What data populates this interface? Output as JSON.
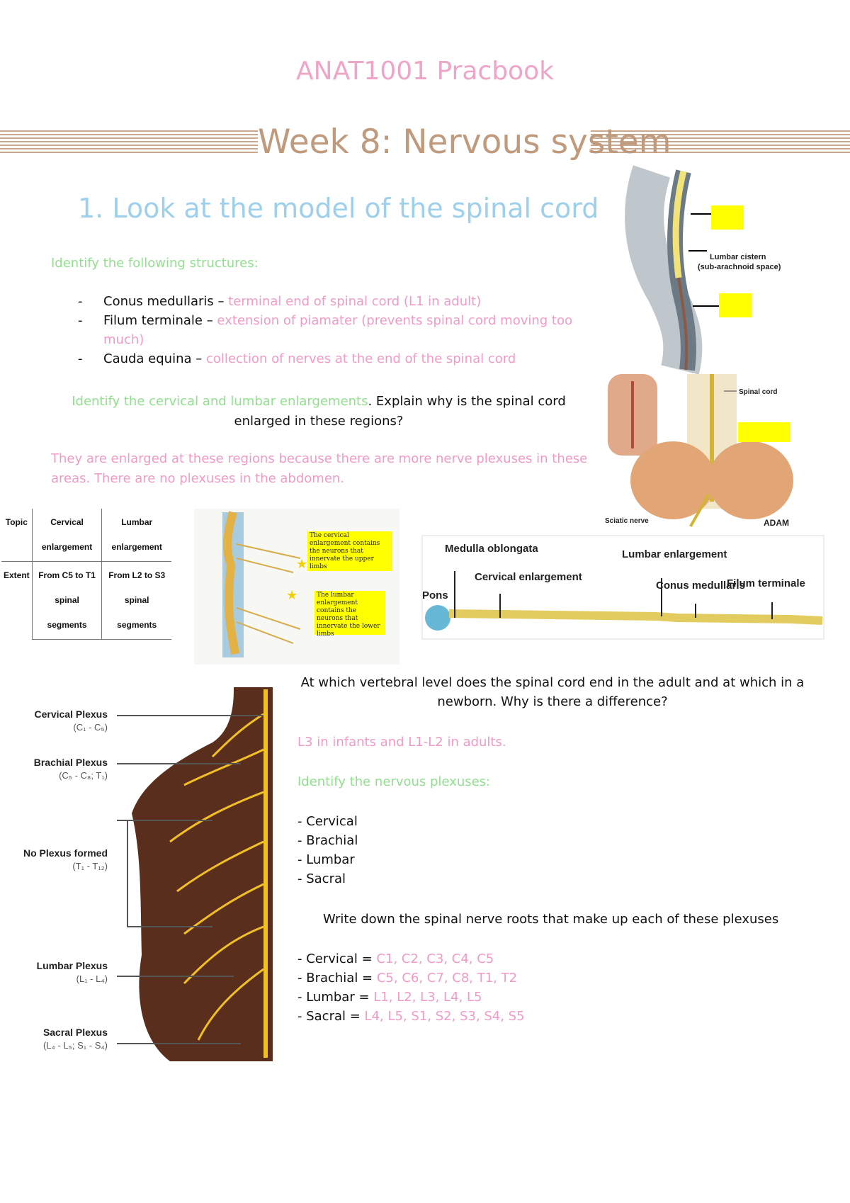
{
  "doc_title": "ANAT1001 Pracbook",
  "week_title": "Week 8: Nervous system",
  "section_heading": "1. Look at the model of the spinal cord",
  "identify_prompt": "Identify the following structures:",
  "structures": [
    {
      "term": "Conus medullaris – ",
      "answer": "terminal end of spinal cord (L1 in adult)"
    },
    {
      "term": "Filum terminale – ",
      "answer": "extension of piamater (prevents spinal cord moving too much)"
    },
    {
      "term": "Cauda equina – ",
      "answer": "collection of nerves at the end of the spinal cord"
    }
  ],
  "enlargement_question": {
    "green": "Identify the cervical and lumbar enlargements",
    "black": ". Explain why is the spinal cord enlarged in these regions?"
  },
  "enlargement_answer": "They are enlarged at these regions because there are more nerve plexuses in these areas. There are no plexuses in the abdomen.",
  "topic_table": {
    "headers": [
      "Topic",
      "Cervical enlargement",
      "Lumbar enlargement"
    ],
    "row": [
      "Extent",
      "From C5 to T1 spinal segments",
      "From L2 to S3 spinal segments"
    ]
  },
  "spine_figure": {
    "cervical_note": "The cervical enlargement contains the neurons that innervate the upper limbs",
    "lumbar_note": "The lumbar enlargement contains the neurons that innervate the lower limbs"
  },
  "mri_figure": {
    "lumbar_cistern": "Lumbar cistern",
    "lumbar_cistern_sub": "(sub-arachnoid space)"
  },
  "back_figure": {
    "spinal_cord": "Spinal cord",
    "sciatic_nerve": "Sciatic nerve",
    "credit": "ADAM"
  },
  "cord_diagram": {
    "labels": {
      "medulla": "Medulla oblongata",
      "pons": "Pons",
      "cervical": "Cervical enlargement",
      "lumbar": "Lumbar enlargement",
      "conus": "Conus medullaris",
      "filum": "Filum terminale"
    }
  },
  "plexus_figure": {
    "labels": [
      {
        "name": "Cervical Plexus",
        "range": "(C₁ - C₅)"
      },
      {
        "name": "Brachial Plexus",
        "range": "(C₅ - C₈; T₁)"
      },
      {
        "name": "No Plexus formed",
        "range": "(T₁ - T₁₂)"
      },
      {
        "name": "Lumbar Plexus",
        "range": "(L₁ - L₄)"
      },
      {
        "name": "Sacral Plexus",
        "range": "(L₄ - L₅; S₁ - S₄)"
      }
    ]
  },
  "vertebral_question": "At which vertebral level does the spinal cord end in the adult and at which in a newborn. Why is there a difference?",
  "vertebral_answer": "L3 in infants and L1-L2 in adults.",
  "plexus_prompt": "Identify the nervous plexuses:",
  "plexuses": [
    "- Cervical",
    "- Brachial",
    "- Lumbar",
    "- Sacral"
  ],
  "roots_prompt": "Write down the spinal nerve roots that make up each of these plexuses",
  "roots": [
    {
      "label": "- Cervical = ",
      "value": "C1, C2, C3, C4, C5"
    },
    {
      "label": "- Brachial = ",
      "value": "C5, C6, C7, C8, T1, T2"
    },
    {
      "label": "- Lumbar = ",
      "value": "L1, L2, L3, L4, L5"
    },
    {
      "label": "- Sacral = ",
      "value": "L4, L5, S1, S2, S3, S4, S5"
    }
  ],
  "colors": {
    "pink": "#f09bc7",
    "green": "#92e08f",
    "blue": "#9ed0eb",
    "tan": "#c09a7c",
    "highlight": "#ffff00"
  }
}
